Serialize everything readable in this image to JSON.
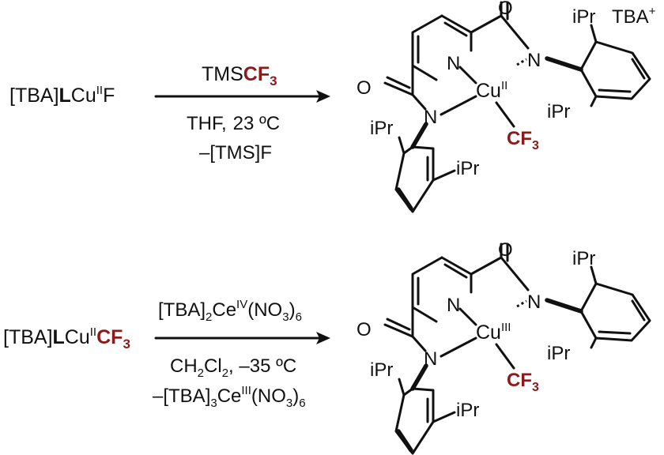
{
  "reaction1": {
    "reactant": {
      "prefix": "[TBA]",
      "ligand": "L",
      "metal": "Cu",
      "ox": "II",
      "ligand2": "F"
    },
    "reagent": {
      "main": "TMS",
      "group": "CF",
      "group_sub": "3"
    },
    "conditions": {
      "solvent": "THF,",
      "temperature": "23 ºC",
      "byproduct": "–[TMS]F"
    },
    "product": {
      "counterion": "TBA",
      "counterion_charge": "+",
      "oxygen_top": "O",
      "oxygen_left": "O",
      "n_pyridine": "N",
      "n_right": "N",
      "n_left": "N",
      "metal": "Cu",
      "ox": "II",
      "cf": "CF",
      "cf_sub": "3",
      "ipr": "iPr"
    }
  },
  "reaction2": {
    "reactant": {
      "prefix": "[TBA]",
      "ligand": "L",
      "metal": "Cu",
      "ox": "II",
      "group": "CF",
      "group_sub": "3"
    },
    "reagent": {
      "prefix": "[TBA]",
      "prefix_sub": "2",
      "metal": "Ce",
      "ox": "IV",
      "anion_open": "(NO",
      "anion_sub": "3",
      "anion_close": ")",
      "anion_count": "6"
    },
    "conditions": {
      "solvent_a": "CH",
      "solvent_a_sub": "2",
      "solvent_b": "Cl",
      "solvent_b_sub": "2",
      "temperature": ", –35 ºC",
      "byproduct_prefix": "–[TBA]",
      "byproduct_sub": "3",
      "byproduct_metal": "Ce",
      "byproduct_ox": "III",
      "byproduct_anion_open": "(NO",
      "byproduct_anion_sub": "3",
      "byproduct_anion_close": ")",
      "byproduct_count": "6"
    },
    "product": {
      "oxygen_top": "O",
      "oxygen_left": "O",
      "n_pyridine": "N",
      "n_right": "N",
      "n_left": "N",
      "metal": "Cu",
      "ox": "III",
      "cf": "CF",
      "cf_sub": "3",
      "ipr": "iPr"
    }
  },
  "colors": {
    "highlight": "#8b1a1a",
    "ink": "#111111"
  }
}
